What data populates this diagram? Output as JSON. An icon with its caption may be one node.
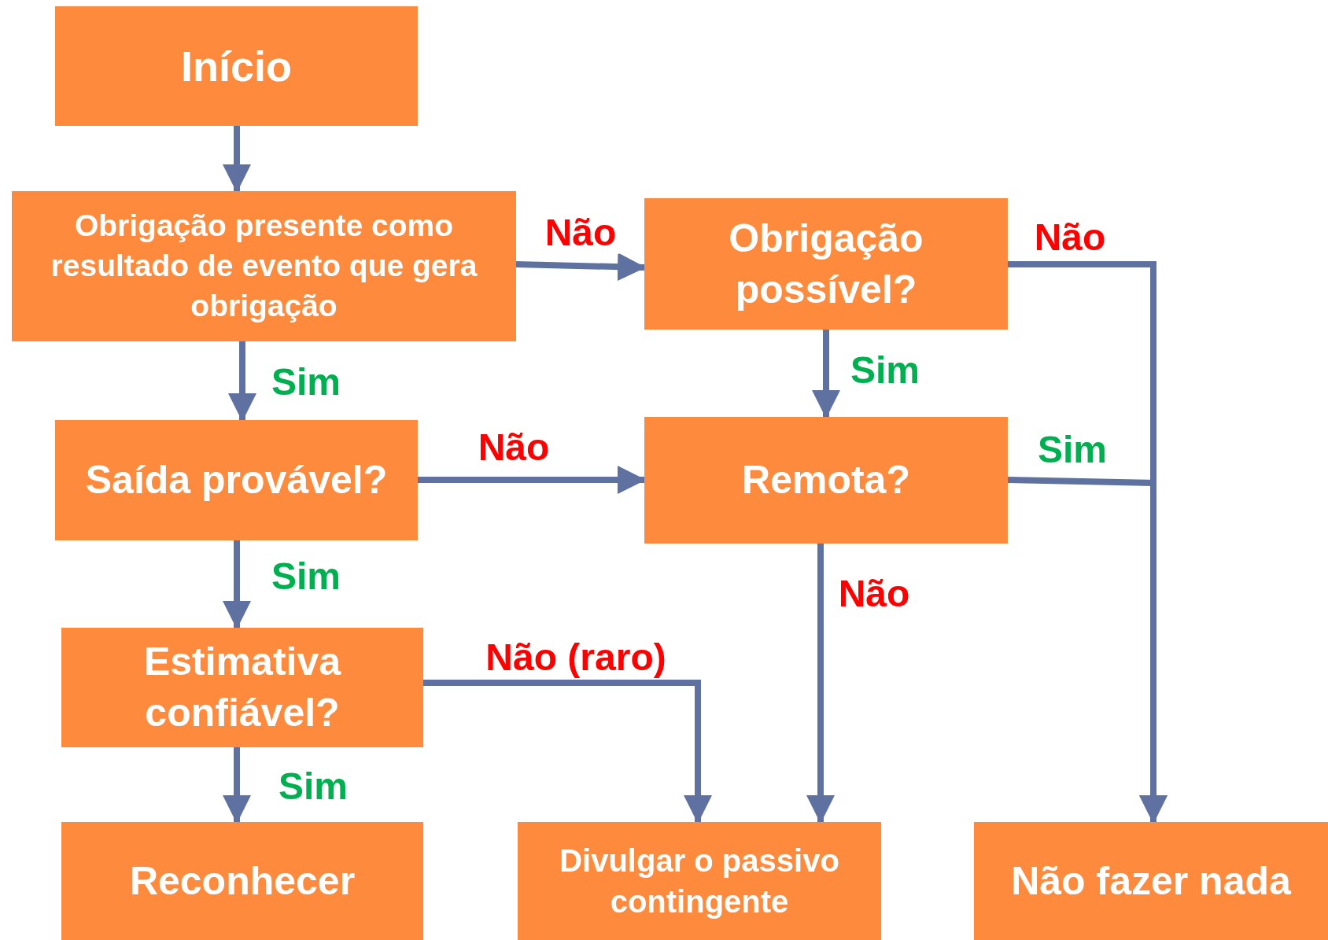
{
  "diagram": {
    "nodes": [
      {
        "text": [
          "Início"
        ]
      },
      {
        "text": [
          "Obrigação presente como resultado de evento que gera obrigação"
        ]
      },
      {
        "text": [
          "Obrigação possível?"
        ]
      },
      {
        "text": [
          "Saída provável?"
        ]
      },
      {
        "text": [
          "Remota?"
        ]
      },
      {
        "text": [
          "Estimativa confiável?"
        ]
      },
      {
        "text": [
          "Reconhecer"
        ]
      },
      {
        "text": [
          "Divulgar o passivo contingente"
        ]
      },
      {
        "text": [
          "Não fazer nada"
        ]
      }
    ],
    "edges": [
      {
        "from": 0,
        "to": 1,
        "arrow": "to"
      },
      {
        "from": 1,
        "to": 2,
        "arrow": "to",
        "label": "Não"
      },
      {
        "from": 1,
        "to": 3,
        "arrow": "to",
        "label": "Sim"
      },
      {
        "from": 2,
        "to": 8,
        "arrow": "to",
        "label": "Não"
      },
      {
        "from": 2,
        "to": 4,
        "arrow": "to",
        "label": "Sim"
      },
      {
        "from": 3,
        "to": 4,
        "arrow": "to",
        "label": "Não"
      },
      {
        "from": 3,
        "to": 5,
        "arrow": "to",
        "label": "Sim"
      },
      {
        "from": 4,
        "to": 8,
        "arrow": "to",
        "label": "Sim"
      },
      {
        "from": 4,
        "to": 7,
        "arrow": "to",
        "label": "Não"
      },
      {
        "from": 5,
        "to": 7,
        "arrow": "to",
        "label": "Não (raro)"
      },
      {
        "from": 5,
        "to": 6,
        "arrow": "to",
        "label": "Sim"
      }
    ]
  }
}
